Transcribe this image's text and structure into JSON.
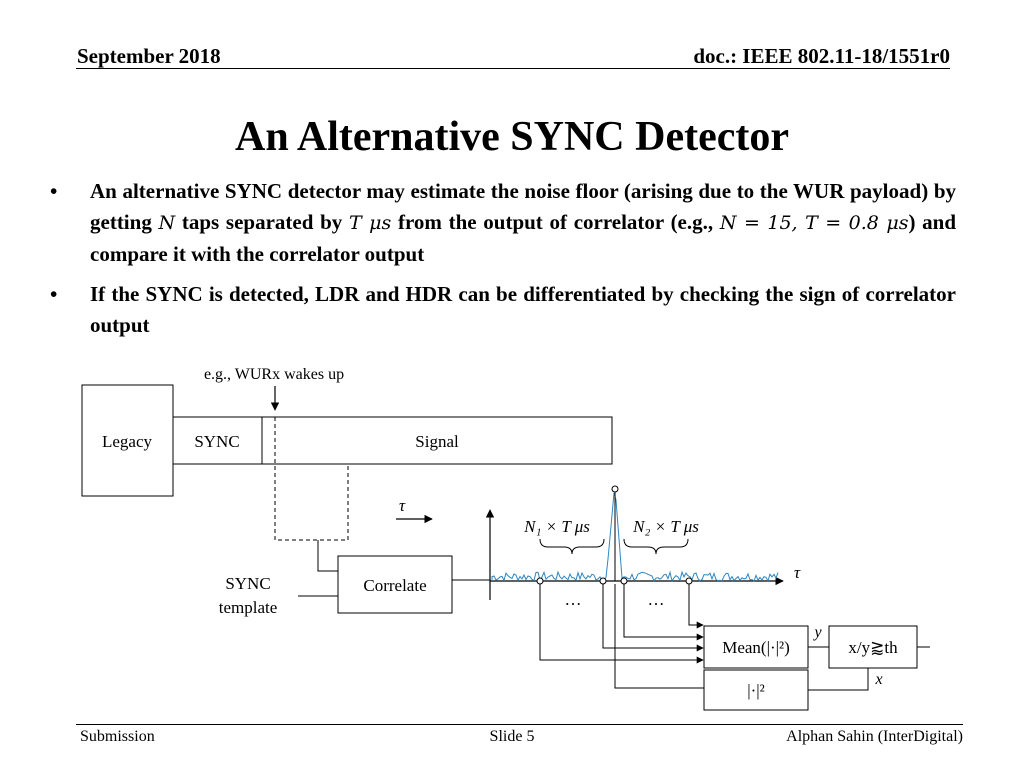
{
  "header": {
    "date": "September 2018",
    "doc": "doc.: IEEE 802.11-18/1551r0"
  },
  "title": "An Alternative SYNC Detector",
  "bullets": {
    "b1": {
      "t1": "An alternative SYNC detector may estimate the noise floor (arising due to the WUR payload) by getting ",
      "m1": "N",
      "t2": " taps separated by ",
      "m2": "T μs",
      "t3": " from the output of correlator (e.g., ",
      "m3": "N = 15, T = 0.8 μs",
      "t4": ") and compare it with the correlator output"
    },
    "b2": "If the SYNC is detected, LDR and HDR can be differentiated by checking the sign of correlator output",
    "marker": "•"
  },
  "diagram": {
    "wake_label": "e.g., WURx wakes up",
    "legacy": "Legacy",
    "sync": "SYNC",
    "signal": "Signal",
    "tau_arrow": "τ",
    "tau_axis": "τ",
    "n1_label": "N₁ × T μs",
    "n2_label": "N₂ × T μs",
    "ellipsis_left": "…",
    "ellipsis_right": "…",
    "sync_template_line1": "SYNC",
    "sync_template_line2": "template",
    "correlate": "Correlate",
    "mean_box": "Mean(|·|²)",
    "compare_box": "x/y⪆th",
    "abs_box": "|·|²",
    "y_label": "y",
    "x_label": "x"
  },
  "footer": {
    "left": "Submission",
    "center": "Slide 5",
    "right": "Alphan Sahin (InterDigital)"
  },
  "colors": {
    "waveform": "#2e86c1",
    "text": "#000000"
  }
}
